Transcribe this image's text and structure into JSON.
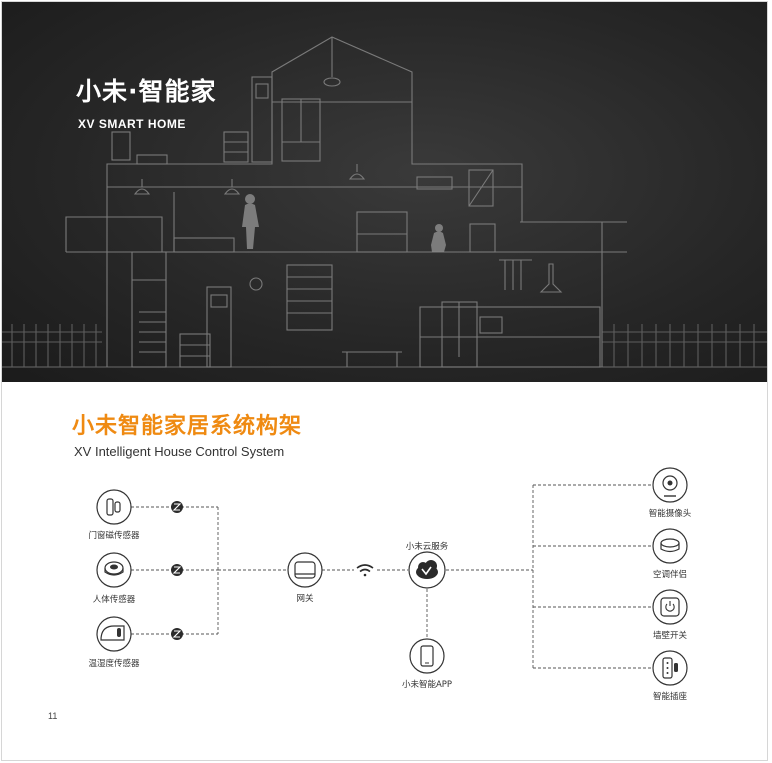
{
  "hero": {
    "brand_title": "小未·智能家",
    "brand_subtitle": "XV  SMART HOME"
  },
  "section": {
    "title": "小未智能家居系统构架",
    "subtitle": "XV Intelligent House Control System"
  },
  "diagram": {
    "sensors": [
      {
        "label": "门窗磁传感器",
        "icon": "door-window-sensor-icon"
      },
      {
        "label": "人体传感器",
        "icon": "motion-sensor-icon"
      },
      {
        "label": "温湿度传感器",
        "icon": "thermo-hygrometer-icon"
      }
    ],
    "gateway": {
      "label": "网关",
      "icon": "gateway-icon"
    },
    "cloud": {
      "label": "小未云服务",
      "icon": "cloud-logo-icon"
    },
    "app": {
      "label": "小未智能APP",
      "icon": "smartphone-icon"
    },
    "devices": [
      {
        "label": "智能摄像头",
        "icon": "camera-icon"
      },
      {
        "label": "空调伴侣",
        "icon": "ac-companion-icon"
      },
      {
        "label": "墙壁开关",
        "icon": "wall-switch-icon"
      },
      {
        "label": "智能插座",
        "icon": "smart-socket-icon"
      }
    ],
    "link_icons": [
      "zigbee-icon",
      "wifi-icon"
    ]
  },
  "page_number": "11",
  "colors": {
    "accent": "#ef8a12",
    "hero_background": "#262626",
    "line": "#555555"
  }
}
